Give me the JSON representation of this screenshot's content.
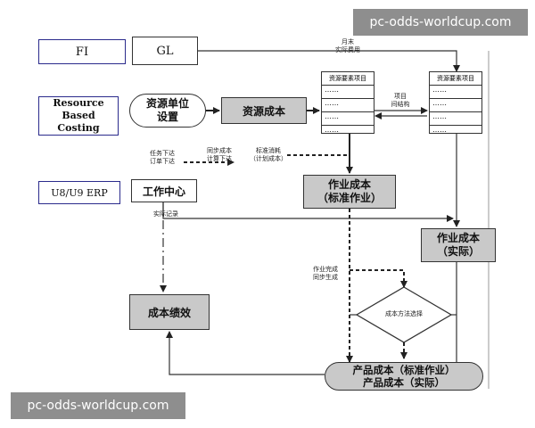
{
  "watermark": "pc-odds-worldcup.com",
  "left_labels": {
    "fi": "FI",
    "resource_costing": [
      "Resource",
      "Based Costing"
    ],
    "erp": "U8/U9 ERP"
  },
  "boxes": {
    "gl": "GL",
    "resource_unit_setup": [
      "资源单位",
      "设置"
    ],
    "resource_cost": "资源成本",
    "work_center": "工作中心",
    "activity_cost_std": [
      "作业成本",
      "（标准作业）"
    ],
    "activity_cost_actual": [
      "作业成本",
      "（实际）"
    ],
    "cost_performance": "成本绩效",
    "cost_method_choice": "成本方法选择",
    "product_cost": [
      "产品成本（标准作业）",
      "产品成本（实际）"
    ]
  },
  "tables": {
    "resource_elements_left": {
      "header": "资源要素项目",
      "rows": [
        "……",
        "……",
        "……",
        "……"
      ]
    },
    "resource_elements_right": {
      "header": "资源要素项目",
      "rows": [
        "……",
        "……",
        "……",
        "……"
      ]
    }
  },
  "edge_labels": {
    "month_end_actual": [
      "月末",
      "实际费用"
    ],
    "item_structure": [
      "项目",
      "间结构"
    ],
    "task_order_issue": [
      "任务下达",
      "订单下达"
    ],
    "sync_cost": [
      "同步成本",
      "计算下达"
    ],
    "std_consumption": [
      "标准消耗",
      "（计划成本）"
    ],
    "actual_record": "实际记录",
    "job_completion": [
      "作业完成",
      "同步生成"
    ]
  }
}
